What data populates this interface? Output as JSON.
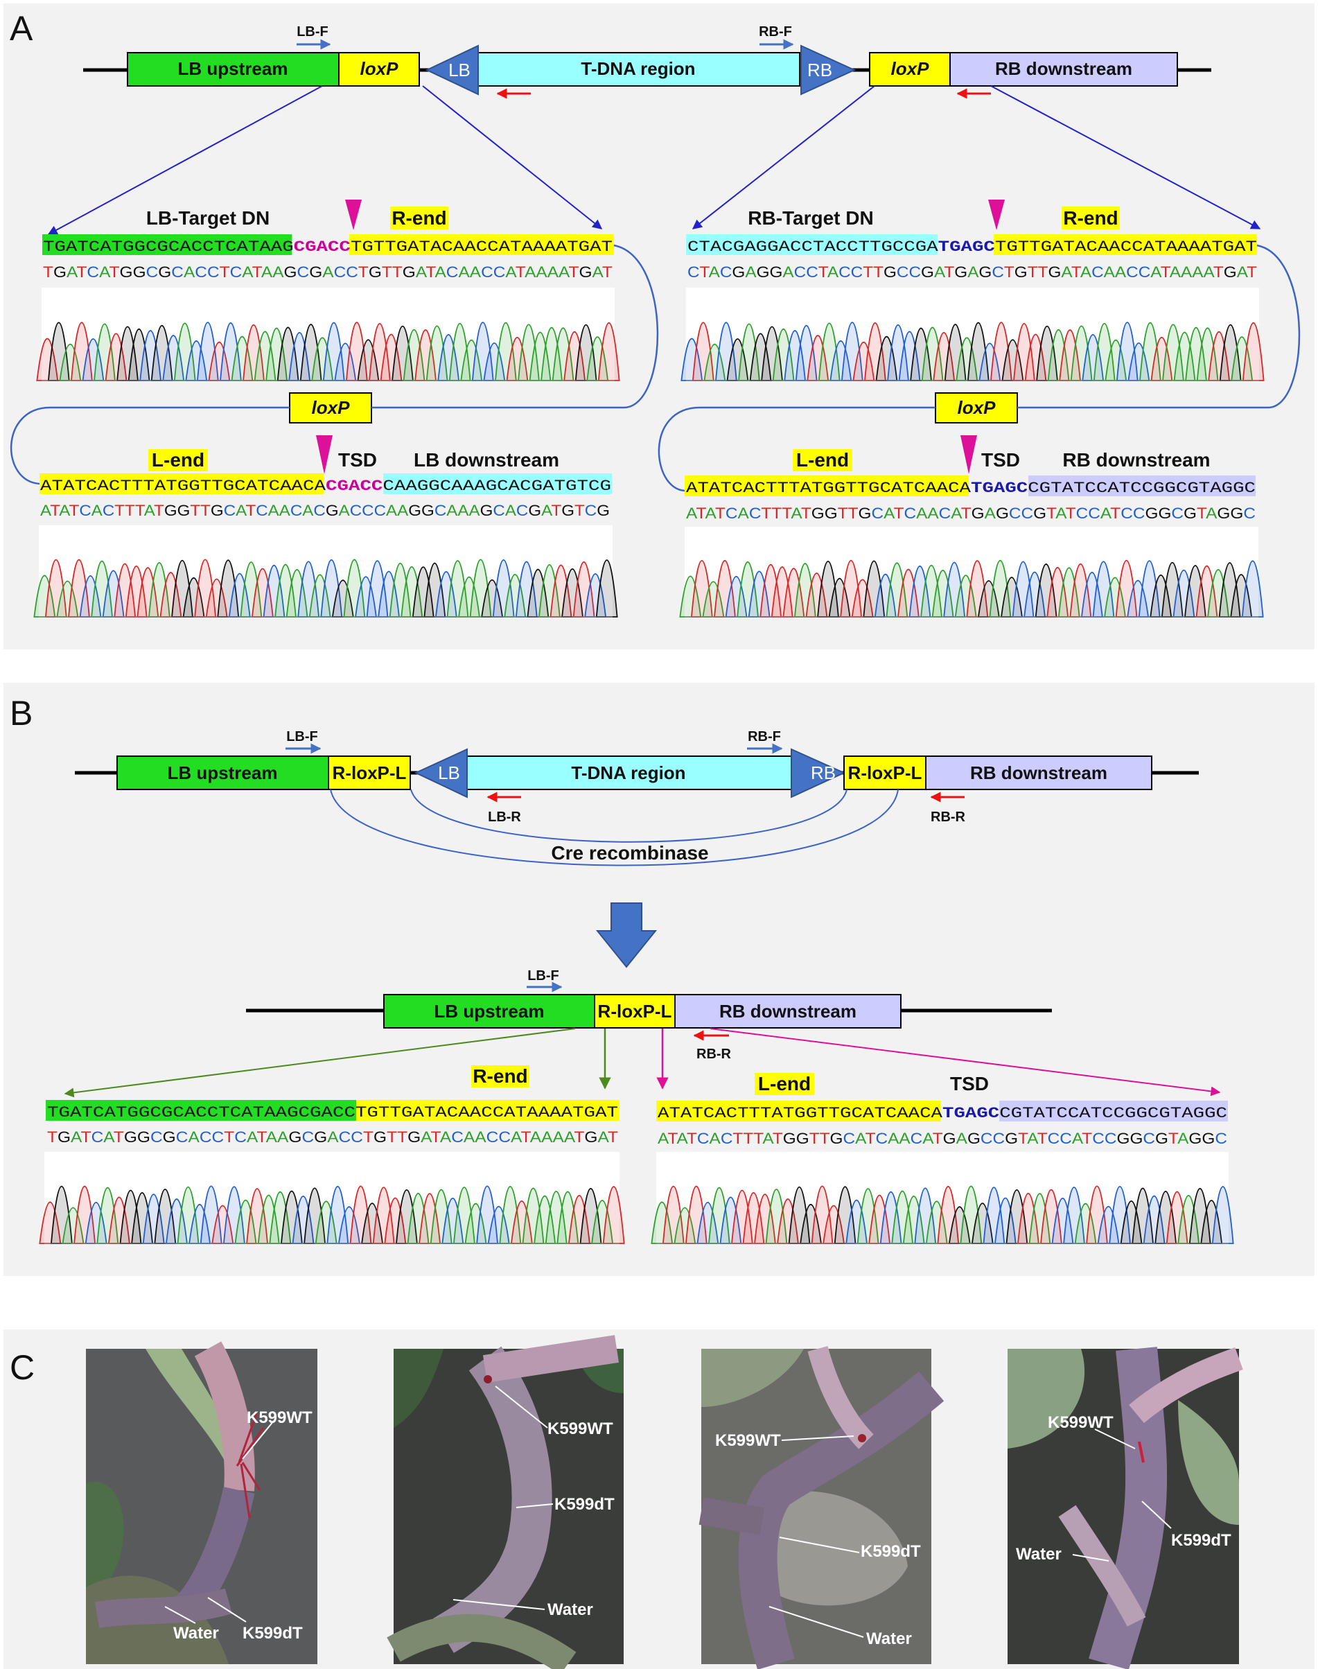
{
  "panels": {
    "A": "A",
    "B": "B",
    "C": "C"
  },
  "panel_a": {
    "construct": {
      "lb_f": "LB-F",
      "rb_f": "RB-F",
      "lb_upstream": "LB upstream",
      "loxp_left": "loxP",
      "lb": "LB",
      "tdna": "T-DNA region",
      "rb": "RB",
      "loxp_right": "loxP",
      "rb_downstream": "RB downstream"
    },
    "left": {
      "title_target": "LB-Target DN",
      "title_rend": "R-end",
      "seq1_green": "TGATCATGGCGCACCTCATAAG",
      "seq1_mag": "CGACC",
      "seq1_yellow": "TGTTGATACAACCATAAAATGAT",
      "called1": "TGATCATGGCGCACCTCATAAGCGACCTGTTGATACAACCATAAAATGAT",
      "loxp": "loxP",
      "title_lend": "L-end",
      "title_tsd": "TSD",
      "title_down": "LB downstream",
      "seq2_yellow": "ATATCACTTTATGGTTGCATCAACA",
      "seq2_mag": "CGACC",
      "seq2_cyan": "CAAGGCAAAGCACGATGTCG",
      "called2": "ATATCACTTTATGGTTGCATCAACACGACCCAAGGCAAAGCACGATGTCG"
    },
    "right": {
      "title_target": "RB-Target DN",
      "title_rend": "R-end",
      "seq1_cyan": "CTACGAGGACCTACCTTGCCGA",
      "seq1_blue": "TGAGC",
      "seq1_yellow": "TGTTGATACAACCATAAAATGAT",
      "called1": "CTACGAGGACCTACCTTGCCGATGAGCTGTTGATACAACCATAAAATGAT",
      "loxp": "loxP",
      "title_lend": "L-end",
      "title_tsd": "TSD",
      "title_down": "RB downstream",
      "seq2_yellow": "ATATCACTTTATGGTTGCATCAACA",
      "seq2_blue": "TGAGC",
      "seq2_lav": "CGTATCCATCCGGCGTAGGC",
      "called2": "ATATCACTTTATGGTTGCATCAACATGAGCCGTATCCATCCGGCGTAGGC"
    }
  },
  "panel_b": {
    "construct": {
      "lb_f": "LB-F",
      "rb_f": "RB-F",
      "lb_upstream": "LB upstream",
      "rloxpl_left": "R-loxP-L",
      "lb": "LB",
      "tdna": "T-DNA region",
      "rb": "RB",
      "rloxpl_right": "R-loxP-L",
      "rb_downstream": "RB downstream",
      "lb_r": "LB-R",
      "rb_r": "RB-R",
      "cre": "Cre recombinase"
    },
    "product": {
      "lb_f": "LB-F",
      "lb_upstream": "LB upstream",
      "rloxpl": "R-loxP-L",
      "rb_downstream": "RB downstream",
      "rb_r": "RB-R"
    },
    "left": {
      "title_rend": "R-end",
      "seq_green": "TGATCATGGCGCACCTCATAAGCGACC",
      "seq_yellow": "TGTTGATACAACCATAAAATGAT",
      "called": "TGATCATGGCGCACCTCATAAGCGACCTGTTGATACAACCATAAAATGAT"
    },
    "right": {
      "title_lend": "L-end",
      "title_tsd": "TSD",
      "seq_yellow": "ATATCACTTTATGGTTGCATCAACA",
      "seq_blue": "TGAGC",
      "seq_lav": "CGTATCCATCCGGCGTAGGC",
      "called": "ATATCACTTTATGGTTGCATCAACATGAGCCGTATCCATCCGGCGTAGGC"
    }
  },
  "panel_c": {
    "photo1": {
      "k599wt": "K599WT",
      "water": "Water",
      "k599dt": "K599dT"
    },
    "photo2": {
      "k599wt": "K599WT",
      "k599dt": "K599dT",
      "water": "Water"
    },
    "photo3": {
      "k599wt": "K599WT",
      "k599dt": "K599dT",
      "water": "Water"
    },
    "photo4": {
      "k599wt": "K599WT",
      "water": "Water",
      "k599dt": "K599dT"
    }
  },
  "colors": {
    "green": "#22dd22",
    "yellow": "#ffff00",
    "cyan": "#99ffff",
    "lavender": "#ccccff",
    "triangle": "#4472c4",
    "magenta": "#cc0099",
    "dark_blue": "#1a1aaa",
    "primer_blue": "#4472c4",
    "primer_red": "#ee1111",
    "base_A": "#2ca02c",
    "base_C": "#1f5fd0",
    "base_G": "#111111",
    "base_T": "#d62728"
  }
}
